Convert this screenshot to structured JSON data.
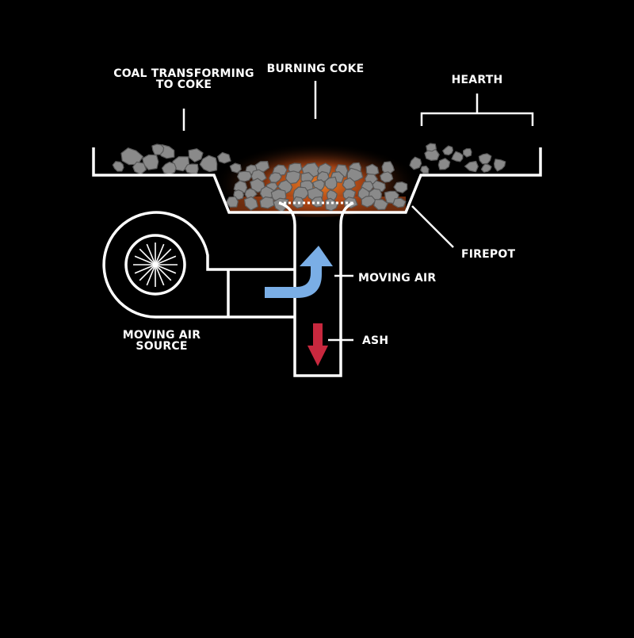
{
  "labels": {
    "coal_transforming": [
      "COAL TRANSFORMING",
      "TO COKE"
    ],
    "burning_coke": "BURNING COKE",
    "hearth": "HEARTH",
    "firepot": "FIREPOT",
    "moving_air": "MOVING AIR",
    "ash": "ASH",
    "moving_air_source": [
      "MOVING AIR",
      "SOURCE"
    ]
  },
  "colors": {
    "background": "#000000",
    "outline": "#ffffff",
    "coal_fill": "#8a8a8a",
    "coal_stroke": "#5a5a5a",
    "glow": "#e0641a",
    "air_arrow": "#7aaee6",
    "ash_arrow": "#c8283e"
  }
}
